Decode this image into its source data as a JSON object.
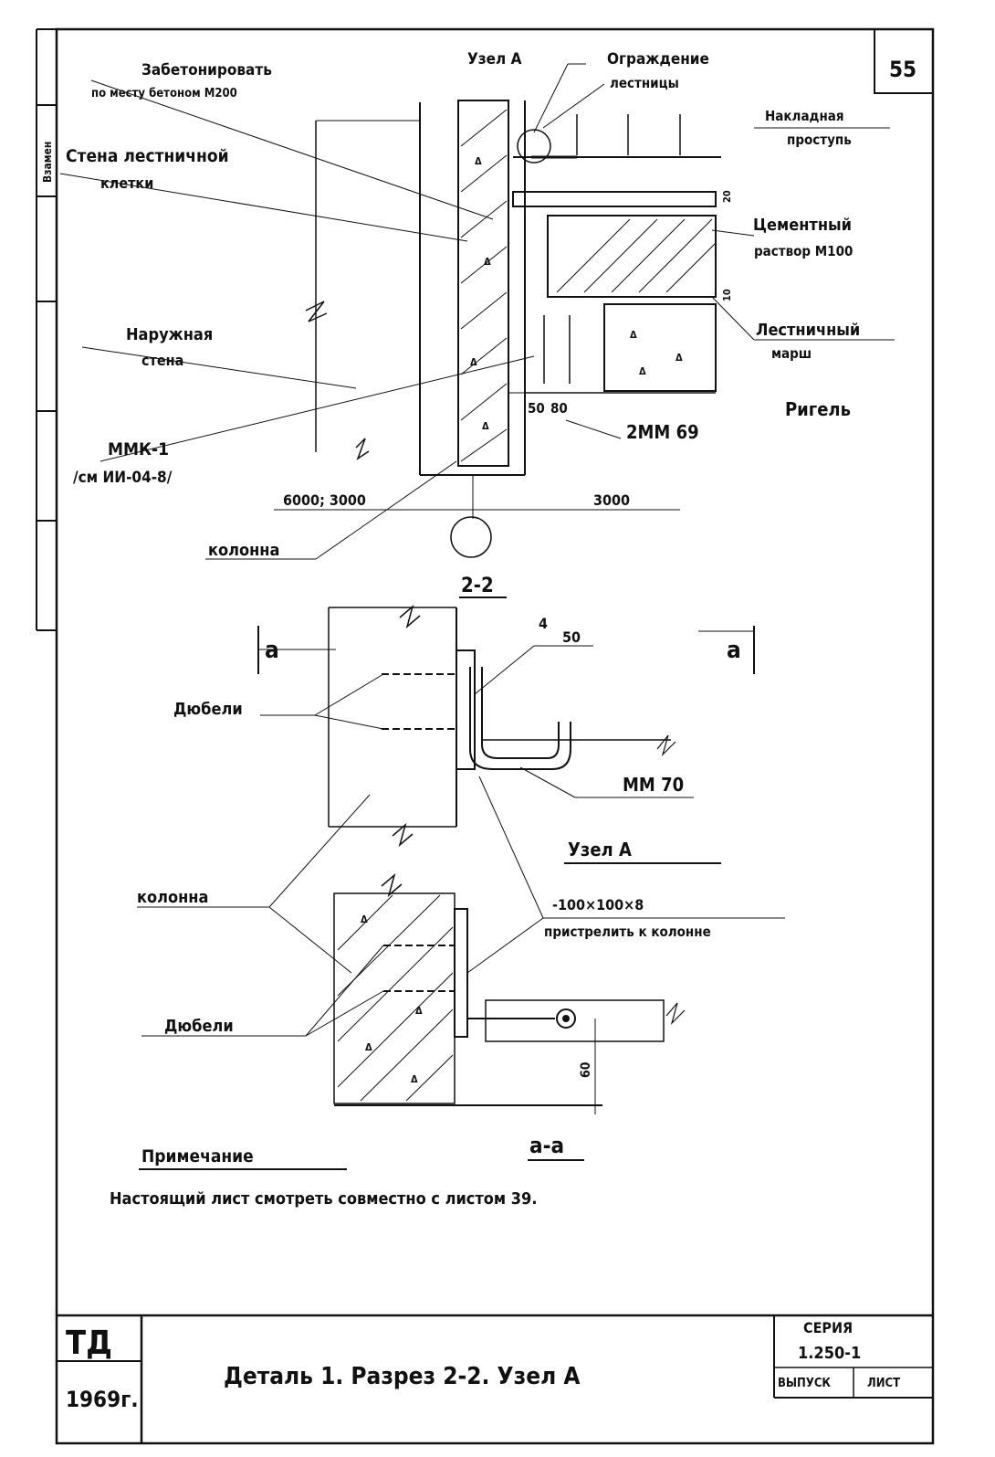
{
  "sheet": {
    "number": "55",
    "side_stamp": "Взамен",
    "note_title": "Примечание",
    "note_text": "Настоящий лист смотреть совместно с листом 39."
  },
  "title_block": {
    "org": "ТД",
    "year": "1969г.",
    "title": "Деталь 1. Разрез 2-2. Узел А",
    "series_label": "СЕРИЯ",
    "series_value": "1.250-1",
    "issue_label": "ВЫПУСК",
    "sheet_label": "ЛИСТ"
  },
  "detail1": {
    "uzel_a": "Узел А",
    "concrete_line1": "Забетонировать",
    "concrete_line2": "по месту бетоном М200",
    "railing_line1": "Ограждение",
    "railing_line2": "лестницы",
    "tread_line1": "Накладная",
    "tread_line2": "проступь",
    "stair_wall_line1": "Стена лестничной",
    "stair_wall_line2": "клетки",
    "cement_line1": "Цементный",
    "cement_line2": "раствор М100",
    "outer_wall_line1": "Наружная",
    "outer_wall_line2": "стена",
    "flight_line1": "Лестничный",
    "flight_line2": "марш",
    "rigel": "Ригель",
    "mmk_line1": "ММК-1",
    "mmk_line2": "/см ИИ-04-8/",
    "column": "колонна",
    "dim_50": "50",
    "dim_80": "80",
    "dim_20": "20",
    "dim_10": "10",
    "part_2mm69": "2ММ 69",
    "dim_left": "6000; 3000",
    "dim_right": "3000"
  },
  "section22": {
    "title": "2-2",
    "cut_left": "а",
    "cut_right": "а",
    "weld_top": "4",
    "weld_bottom": "50",
    "dowels": "Дюбели",
    "part_mm70": "ММ 70"
  },
  "uzelA": {
    "title": "Узел А",
    "column": "колонна",
    "plate": "-100×100×8",
    "plate_note": "пристрелить к колонне",
    "dowels": "Дюбели",
    "dim_60": "60",
    "section_title": "а-а"
  }
}
